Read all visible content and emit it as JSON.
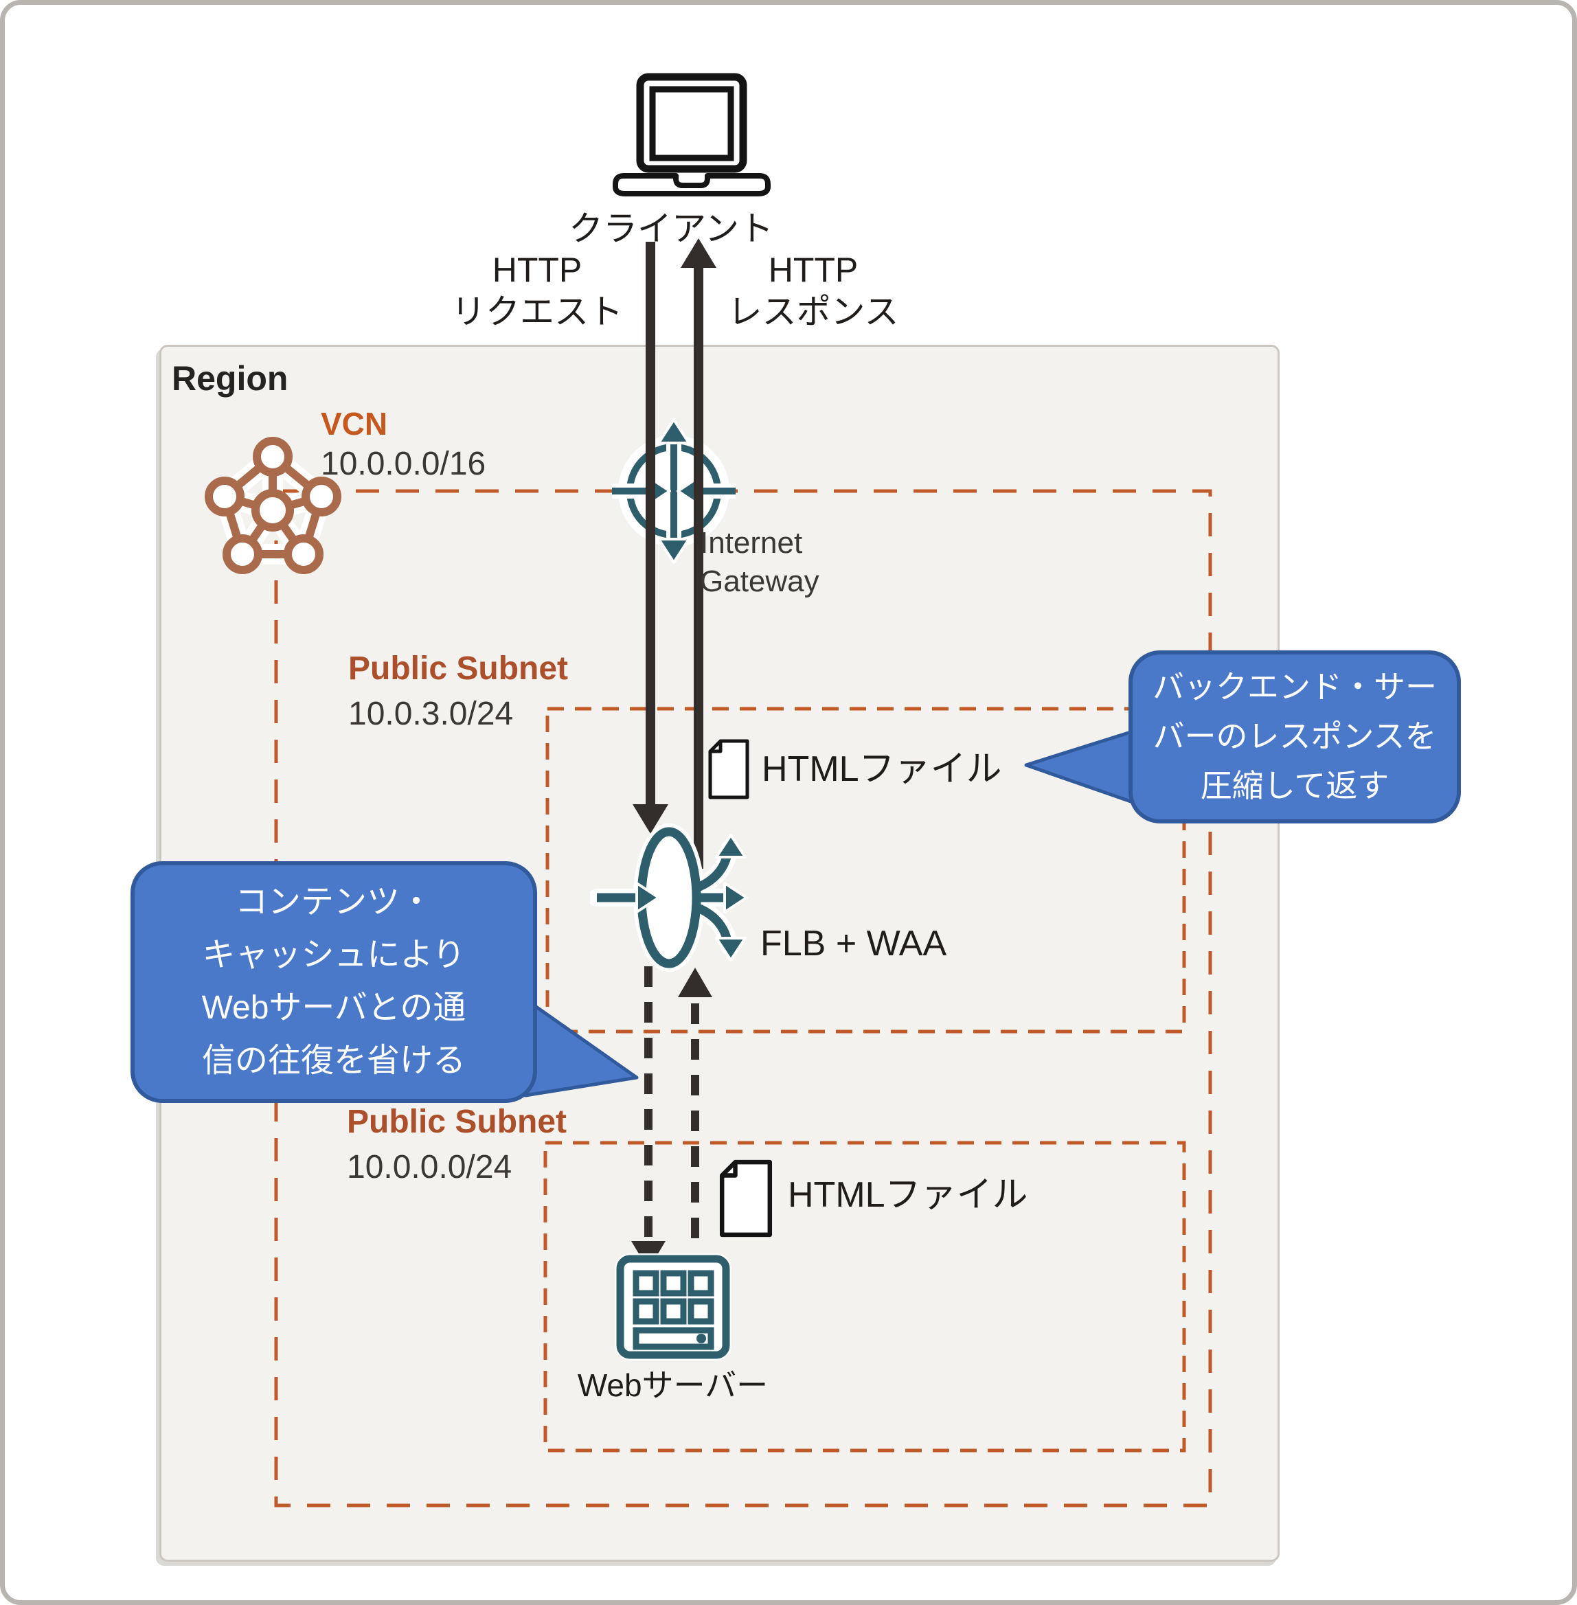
{
  "client": {
    "label": "クライアント"
  },
  "flows": {
    "request": {
      "protocol": "HTTP",
      "kind": "リクエスト"
    },
    "response": {
      "protocol": "HTTP",
      "kind": "レスポンス"
    }
  },
  "region": {
    "label": "Region"
  },
  "vcn": {
    "label": "VCN",
    "cidr": "10.0.0.0/16"
  },
  "internet_gateway": {
    "name_line1": "Internet",
    "name_line2": "Gateway"
  },
  "subnet_flb": {
    "title": "Public Subnet",
    "cidr": "10.0.3.0/24",
    "file_label": "HTMLファイル",
    "node_label": "FLB + WAA"
  },
  "subnet_web": {
    "title": "Public Subnet",
    "cidr": "10.0.0.0/24",
    "file_label": "HTMLファイル",
    "node_label": "Webサーバー"
  },
  "callout_compress": {
    "lines": [
      "バックエンド・サー",
      "バーのレスポンスを",
      "圧縮して返す"
    ]
  },
  "callout_cache": {
    "lines": [
      "コンテンツ・",
      "キャッシュにより",
      "Webサーバとの通",
      "信の往復を省ける"
    ]
  },
  "icons": {
    "client": "laptop-icon",
    "vcn": "vcn-network-icon",
    "internet_gateway": "internet-gateway-icon",
    "load_balancer": "load-balancer-icon",
    "html_file": "document-icon",
    "web_server": "server-icon"
  },
  "colors": {
    "region_fill": "#f4f2ef",
    "region_border": "#cbc7c0",
    "boundary_dash_orange": "#c05a28",
    "teal_icon": "#2e5d6c",
    "vcn_icon_brown": "#a96b4b",
    "arrow_black": "#332e2b",
    "callout_fill": "#4b79c9",
    "callout_border": "#315a9c",
    "subnet_title": "#ac4f2b",
    "vcn_title": "#c4581f"
  }
}
